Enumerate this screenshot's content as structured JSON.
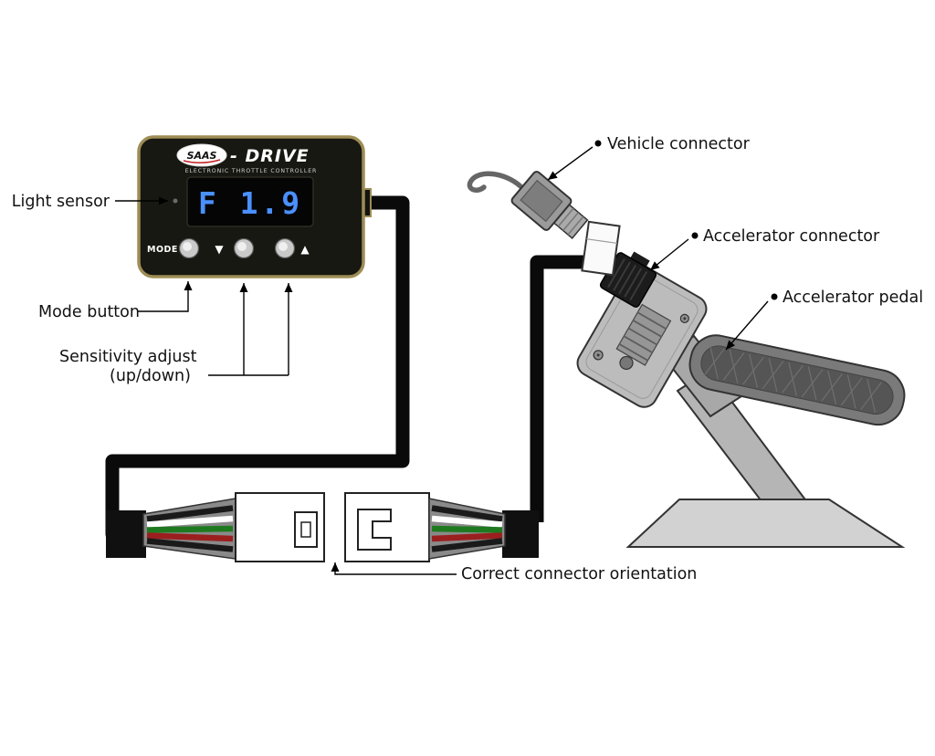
{
  "labels": {
    "light_sensor": "Light sensor",
    "mode_button": "Mode button",
    "sensitivity_adjust": "Sensitivity adjust",
    "sensitivity_adjust_sub": "(up/down)",
    "vehicle_connector": "Vehicle connector",
    "accelerator_connector": "Accelerator connector",
    "accelerator_pedal": "Accelerator pedal",
    "correct_connector_orientation": "Correct connector orientation"
  },
  "device": {
    "brand": "SAAS",
    "name": "- DRIVE",
    "subtitle": "ELECTRONIC THROTTLE CONTROLLER",
    "display_value": "F 1.9",
    "mode_label": "MODE",
    "down_glyph": "▼",
    "up_glyph": "▲"
  },
  "colors": {
    "display_text": "#4a90ff",
    "bezel": "#9d8d56",
    "wire_stripes": [
      "#1a1a1a",
      "#ffffff",
      "#1f7a1f",
      "#9b1f1f",
      "#1a1a1a"
    ]
  }
}
